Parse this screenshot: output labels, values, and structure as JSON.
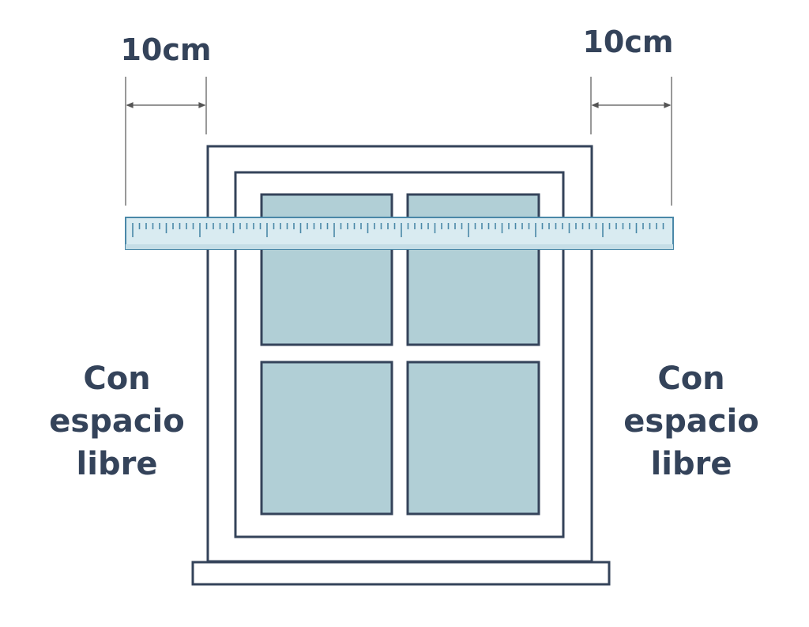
{
  "labels": {
    "left_measure": "10cm",
    "right_measure": "10cm",
    "left_note": [
      "Con",
      "espacio",
      "libre"
    ],
    "right_note": [
      "Con",
      "espacio",
      "libre"
    ]
  },
  "colors": {
    "outline": "#34435a",
    "glass": "#b1cfd6",
    "ruler_fill": "#d9ebf1",
    "ruler_tick": "#4a88a8",
    "text": "#34435a",
    "dimension_line": "#555555"
  },
  "icons": [
    "window-icon",
    "measuring-tape-icon"
  ]
}
